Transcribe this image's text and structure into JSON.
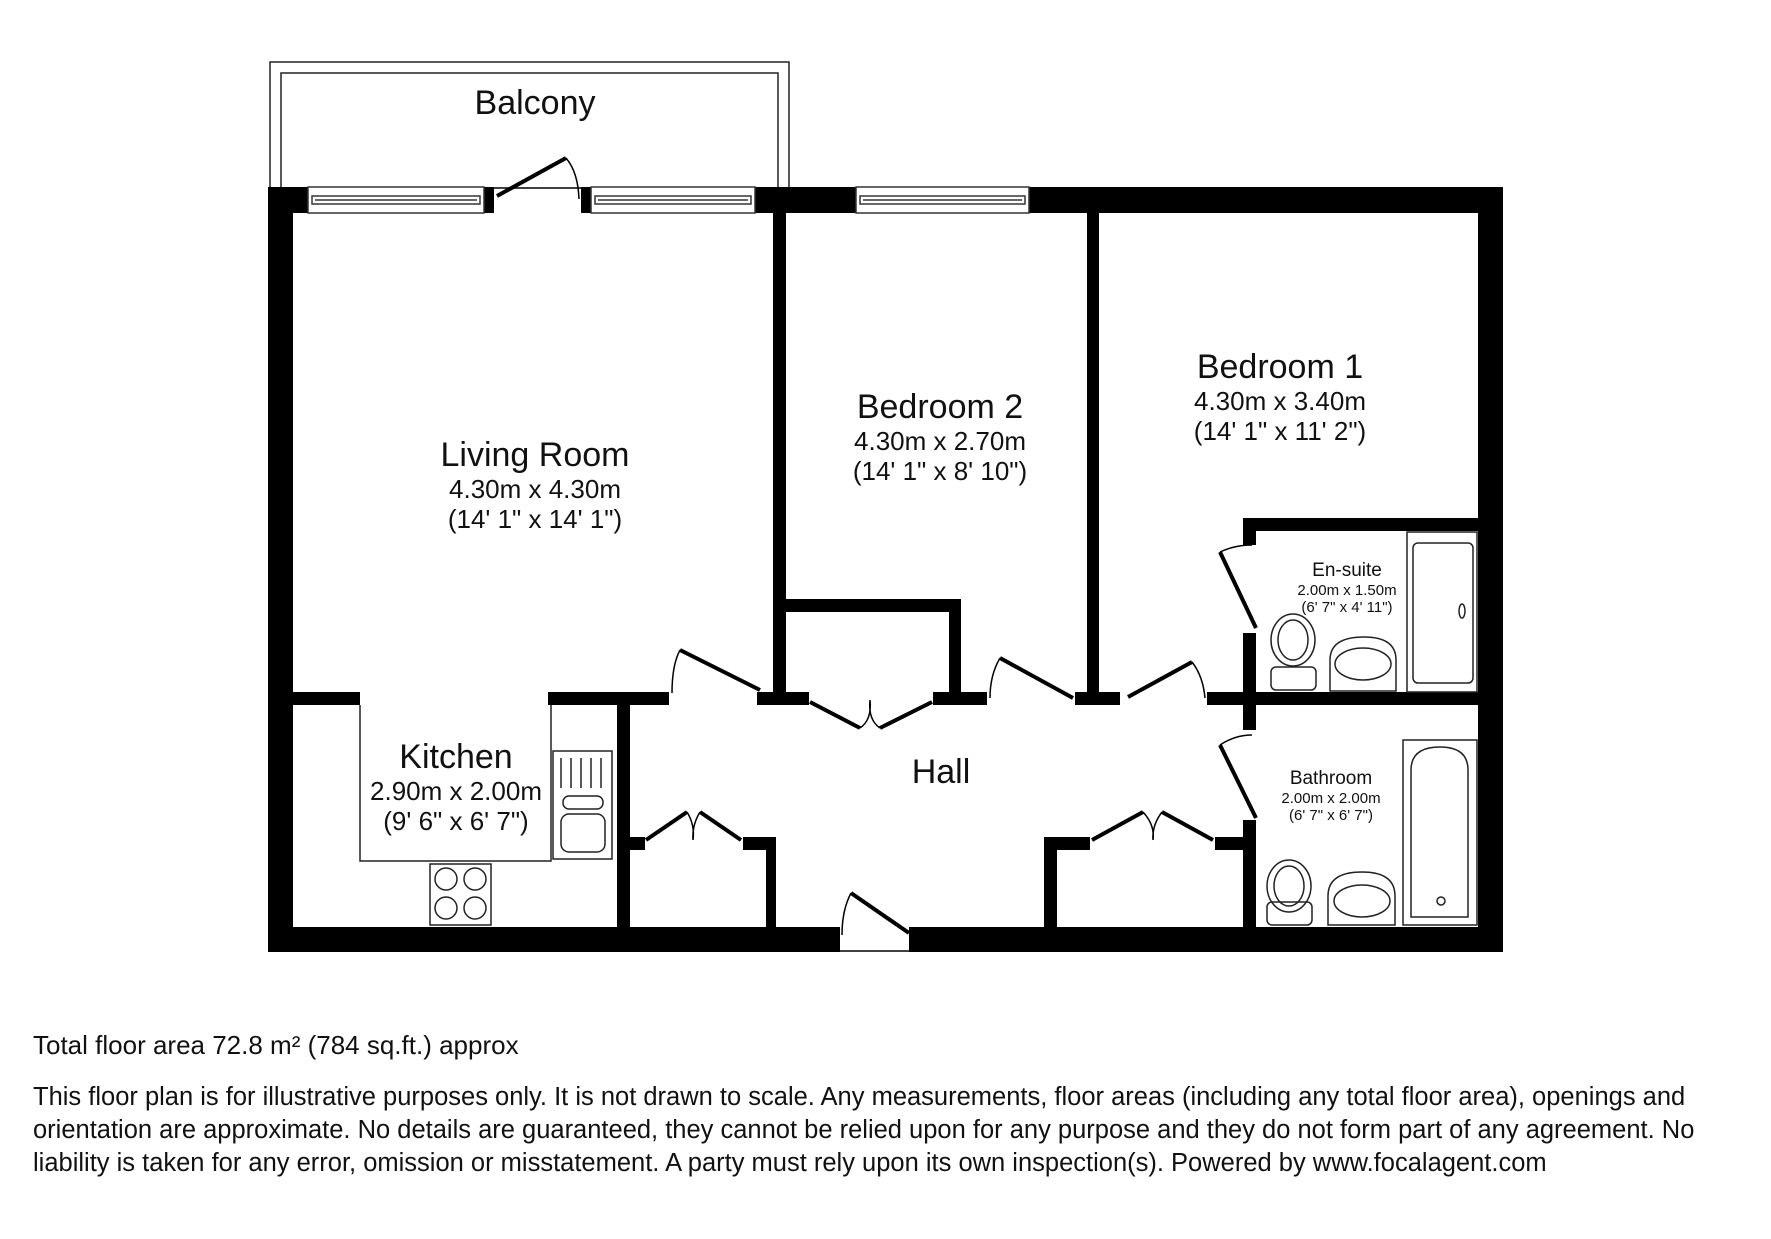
{
  "rooms": {
    "balcony": {
      "name": "Balcony"
    },
    "living_room": {
      "name": "Living Room",
      "metric": "4.30m x 4.30m",
      "imperial": "(14' 1\" x 14' 1\")"
    },
    "bedroom2": {
      "name": "Bedroom 2",
      "metric": "4.30m x 2.70m",
      "imperial": "(14' 1\" x 8' 10\")"
    },
    "bedroom1": {
      "name": "Bedroom 1",
      "metric": "4.30m x 3.40m",
      "imperial": "(14' 1\" x 11' 2\")"
    },
    "ensuite": {
      "name": "En-suite",
      "metric": "2.00m x 1.50m",
      "imperial": "(6' 7\" x 4' 11\")"
    },
    "kitchen": {
      "name": "Kitchen",
      "metric": "2.90m x 2.00m",
      "imperial": "(9' 6\" x 6' 7\")"
    },
    "hall": {
      "name": "Hall"
    },
    "bathroom": {
      "name": "Bathroom",
      "metric": "2.00m x 2.00m",
      "imperial": "(6' 7\" x 6' 7\")"
    }
  },
  "footer": {
    "total_area": "Total floor area 72.8 m² (784 sq.ft.) approx",
    "disclaimer": "This floor plan is for illustrative purposes only. It is not drawn to scale. Any measurements, floor areas (including any total floor area), openings and orientation are approximate. No details are guaranteed, they cannot be relied upon for any purpose and they do not form part of any agreement. No liability is taken for any error, omission or misstatement. A party must rely upon its own inspection(s). Powered by www.focalagent.com"
  },
  "colors": {
    "wall": "#000000",
    "background": "#ffffff"
  }
}
